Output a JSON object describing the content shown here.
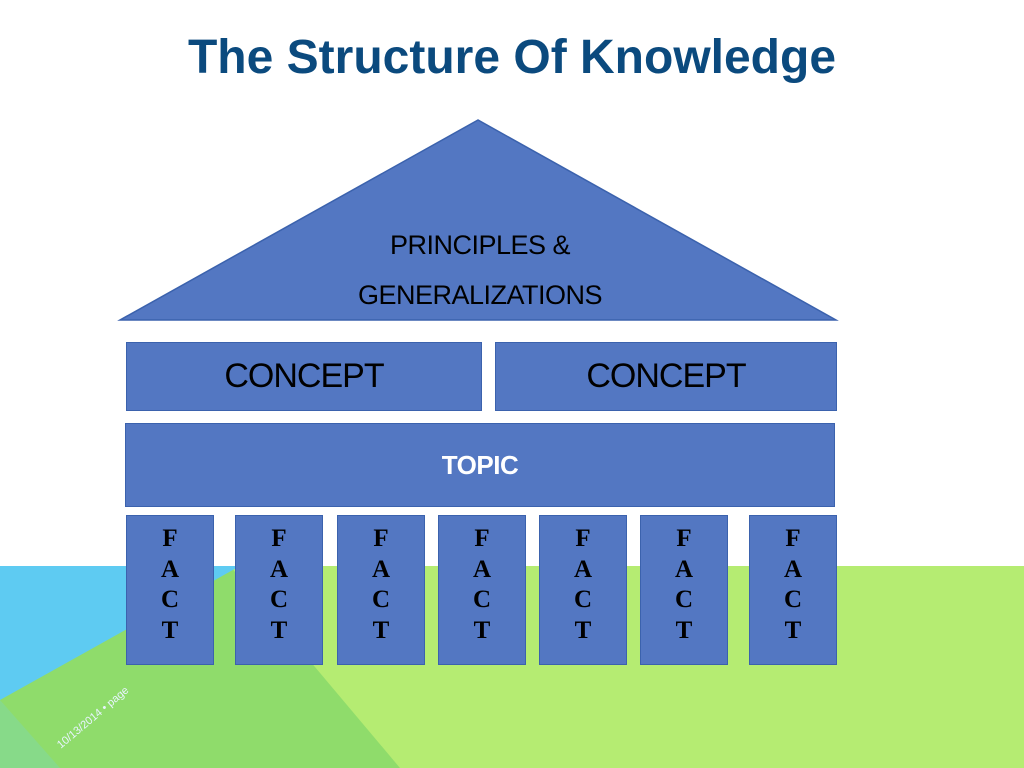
{
  "slide": {
    "title": "The Structure Of Knowledge",
    "footer": {
      "date": "10/13/2014",
      "separator": "•",
      "page_prefix": "page"
    }
  },
  "diagram": {
    "roof": {
      "line1": "PRINCIPLES &",
      "line2": "GENERALIZATIONS"
    },
    "concepts": [
      "CONCEPT",
      "CONCEPT"
    ],
    "topic": "TOPIC",
    "fact_letters": [
      "F",
      "A",
      "C",
      "T"
    ],
    "fact_count": 7
  },
  "colors": {
    "title": "#0b4a7e",
    "shape_fill": "#5377c2",
    "shape_border": "#3b62ad",
    "bg_blue": "#5ecbf2",
    "bg_green": "#8fdc6b",
    "bg_lime": "#b5ec72"
  }
}
